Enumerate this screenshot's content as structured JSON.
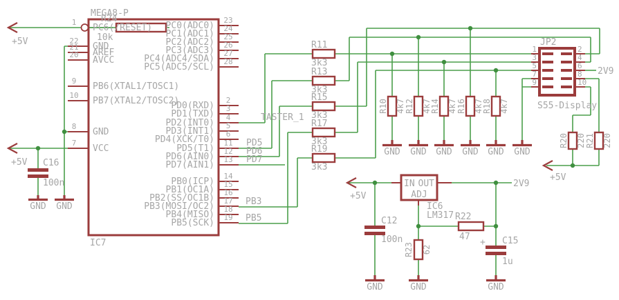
{
  "colors": {
    "wire": "#4a9e4a",
    "part": "#9b3c3c",
    "text": "#a6a6a6"
  },
  "ic7": {
    "ref": "IC7",
    "name": "MEGA8-P",
    "left": [
      {
        "n": "1",
        "l": "PC6(/RESET)"
      },
      {
        "n": "22",
        "l": "GND"
      },
      {
        "n": "21",
        "l": "AREF"
      },
      {
        "n": "20",
        "l": "AVCC"
      },
      {
        "n": "9",
        "l": "PB6(XTAL1/TOSC1)"
      },
      {
        "n": "10",
        "l": "PB7(XTAL2/TOSC2)"
      },
      {
        "n": "8",
        "l": "GND"
      },
      {
        "n": "7",
        "l": "VCC"
      }
    ],
    "right": [
      {
        "n": "23",
        "l": "PC0(ADC0)"
      },
      {
        "n": "24",
        "l": "PC1(ADC1)"
      },
      {
        "n": "25",
        "l": "PC2(ADC2)"
      },
      {
        "n": "26",
        "l": "PC3(ADC3)"
      },
      {
        "n": "27",
        "l": "PC4(ADC4/SDA)"
      },
      {
        "n": "28",
        "l": "PC5(ADC5/SCL)"
      },
      {
        "n": "2",
        "l": "PD0(RXD)"
      },
      {
        "n": "3",
        "l": "PD1(TXD)"
      },
      {
        "n": "4",
        "l": "PD2(INT0)"
      },
      {
        "n": "5",
        "l": "PD3(INT1)"
      },
      {
        "n": "6",
        "l": "PD4(XCK/T0)"
      },
      {
        "n": "11",
        "l": "PD5(T1)"
      },
      {
        "n": "12",
        "l": "PD6(AIN0)"
      },
      {
        "n": "13",
        "l": "PD7(AIN1)"
      },
      {
        "n": "14",
        "l": "PB0(ICP)"
      },
      {
        "n": "15",
        "l": "PB1(OC1A)"
      },
      {
        "n": "16",
        "l": "PB2(SS/OC1B)"
      },
      {
        "n": "17",
        "l": "PB3(MOSI/OC2)"
      },
      {
        "n": "18",
        "l": "PB4(MISO)"
      },
      {
        "n": "19",
        "l": "PB5(SCK)"
      }
    ]
  },
  "jp2": {
    "ref": "JP2",
    "value": "S55-Display",
    "left": [
      "1",
      "3",
      "5",
      "7",
      "9"
    ],
    "right": [
      "2",
      "4",
      "6",
      "8",
      "10"
    ]
  },
  "ic6": {
    "ref": "IC6",
    "value": "LM317",
    "pin_in": "IN",
    "pin_out": "OUT",
    "pin_adj": "ADJ"
  },
  "parts": {
    "r24": {
      "r": "R24",
      "v": "10k"
    },
    "r11": {
      "r": "R11",
      "v": "3k3"
    },
    "r13": {
      "r": "R13",
      "v": "3k3"
    },
    "r15": {
      "r": "R15",
      "v": "3k3"
    },
    "r17": {
      "r": "R17",
      "v": "3k3"
    },
    "r19": {
      "r": "R19",
      "v": "3k3"
    },
    "r10": {
      "r": "R10",
      "v": "4k7"
    },
    "r12": {
      "r": "R12",
      "v": "4k7"
    },
    "r14": {
      "r": "R14",
      "v": "4k7"
    },
    "r16": {
      "r": "R16",
      "v": "4k7"
    },
    "r18": {
      "r": "R18",
      "v": "4k7"
    },
    "r20": {
      "r": "R20",
      "v": "220"
    },
    "r21": {
      "r": "R21",
      "v": "220"
    },
    "r22": {
      "r": "R22",
      "v": "47"
    },
    "r23": {
      "r": "R23",
      "v": "62"
    },
    "c12": {
      "r": "C12",
      "v": "100n"
    },
    "c15": {
      "r": "C15",
      "v": "1u"
    },
    "c16": {
      "r": "C16",
      "v": "100n"
    }
  },
  "nets": {
    "v5": "+5V",
    "gnd": "GND",
    "v29": "2V9",
    "taster": "TASTER_1",
    "pd5": "PD5",
    "pd6": "PD6",
    "pd7": "PD7",
    "pb3": "PB3",
    "pb5": "PB5",
    "plus": "+"
  }
}
